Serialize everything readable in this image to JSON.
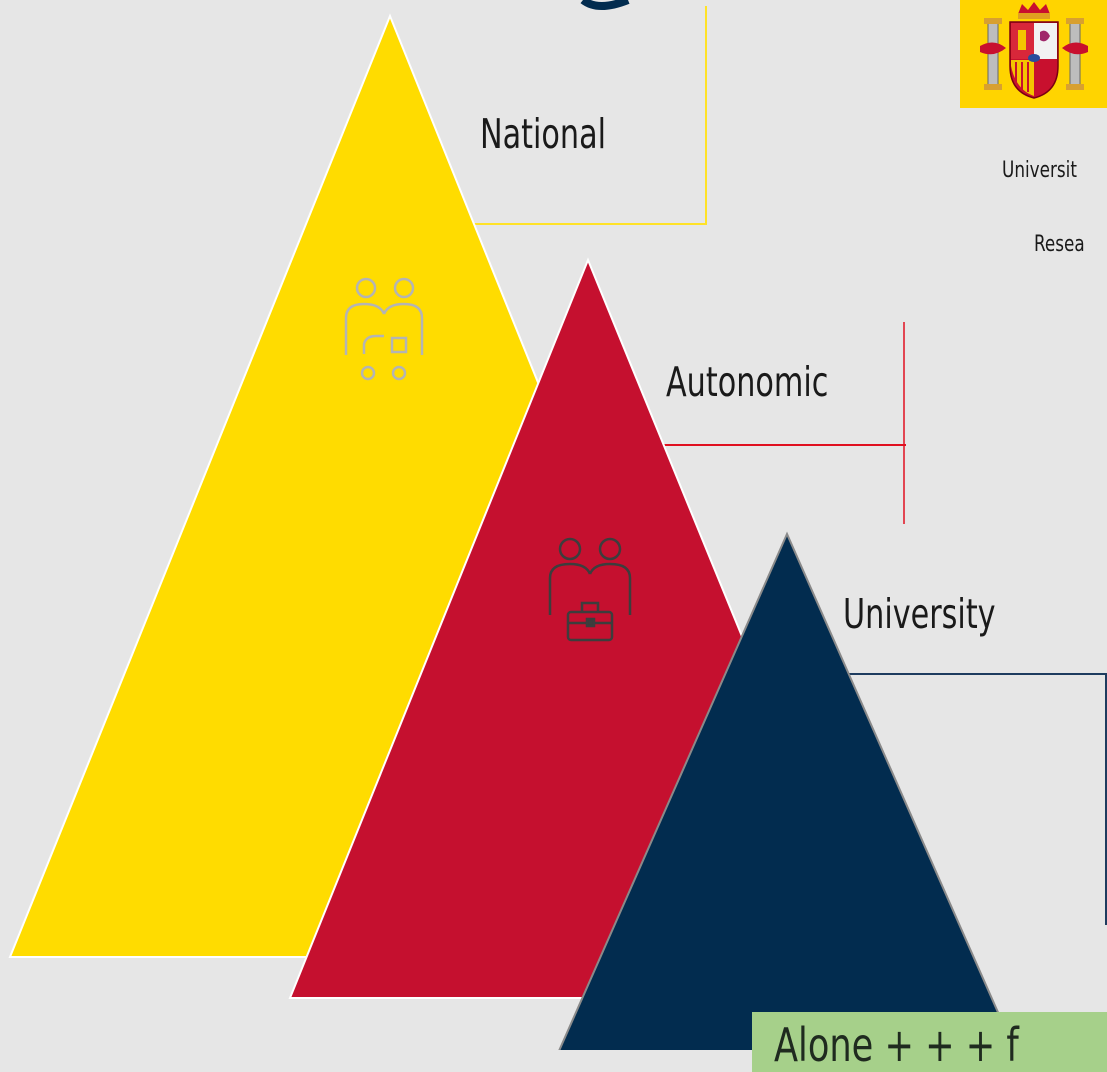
{
  "colors": {
    "background": "#e6e6e6",
    "national": "#ffdc00",
    "autonomic": "#c5102f",
    "university": "#022c4f",
    "emblem_bg": "#ffd400",
    "note_bg": "#a6d08a"
  },
  "levels": [
    {
      "label": "National",
      "icon": "people-network-icon"
    },
    {
      "label": "Autonomic",
      "icon": "people-briefcase-icon"
    },
    {
      "label": "University",
      "icon": ""
    }
  ],
  "captions": [
    "Universit",
    "Resea"
  ],
  "note": "Alone + + + f",
  "emblem": {
    "icon": "spain-coat-of-arms-icon"
  }
}
